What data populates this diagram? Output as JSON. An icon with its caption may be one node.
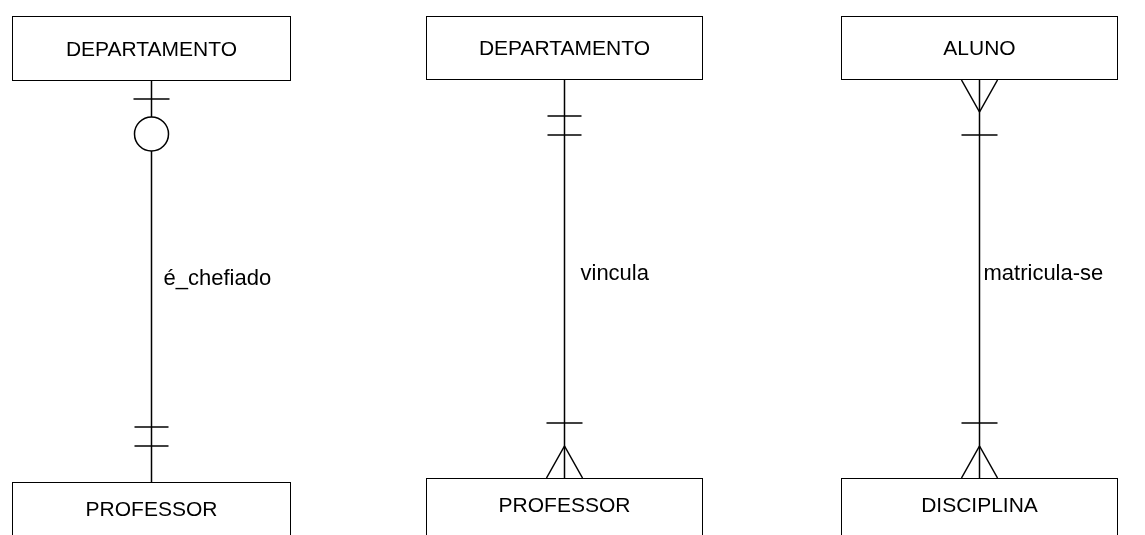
{
  "diagram": {
    "nodes": [
      {
        "text": [
          "DEPARTAMENTO"
        ]
      },
      {
        "text": [
          "PROFESSOR"
        ]
      },
      {
        "text": [
          "DEPARTAMENTO"
        ]
      },
      {
        "text": [
          "PROFESSOR"
        ]
      },
      {
        "text": [
          "ALUNO"
        ]
      },
      {
        "text": [
          "DISCIPLINA"
        ]
      }
    ],
    "edges": [
      {
        "from": 0,
        "to": 1,
        "arrow": "other",
        "label": "é_chefiado"
      },
      {
        "from": 2,
        "to": 3,
        "arrow": "other",
        "label": "vincula"
      },
      {
        "from": 4,
        "to": 5,
        "arrow": "other",
        "label": "matricula-se"
      }
    ]
  }
}
